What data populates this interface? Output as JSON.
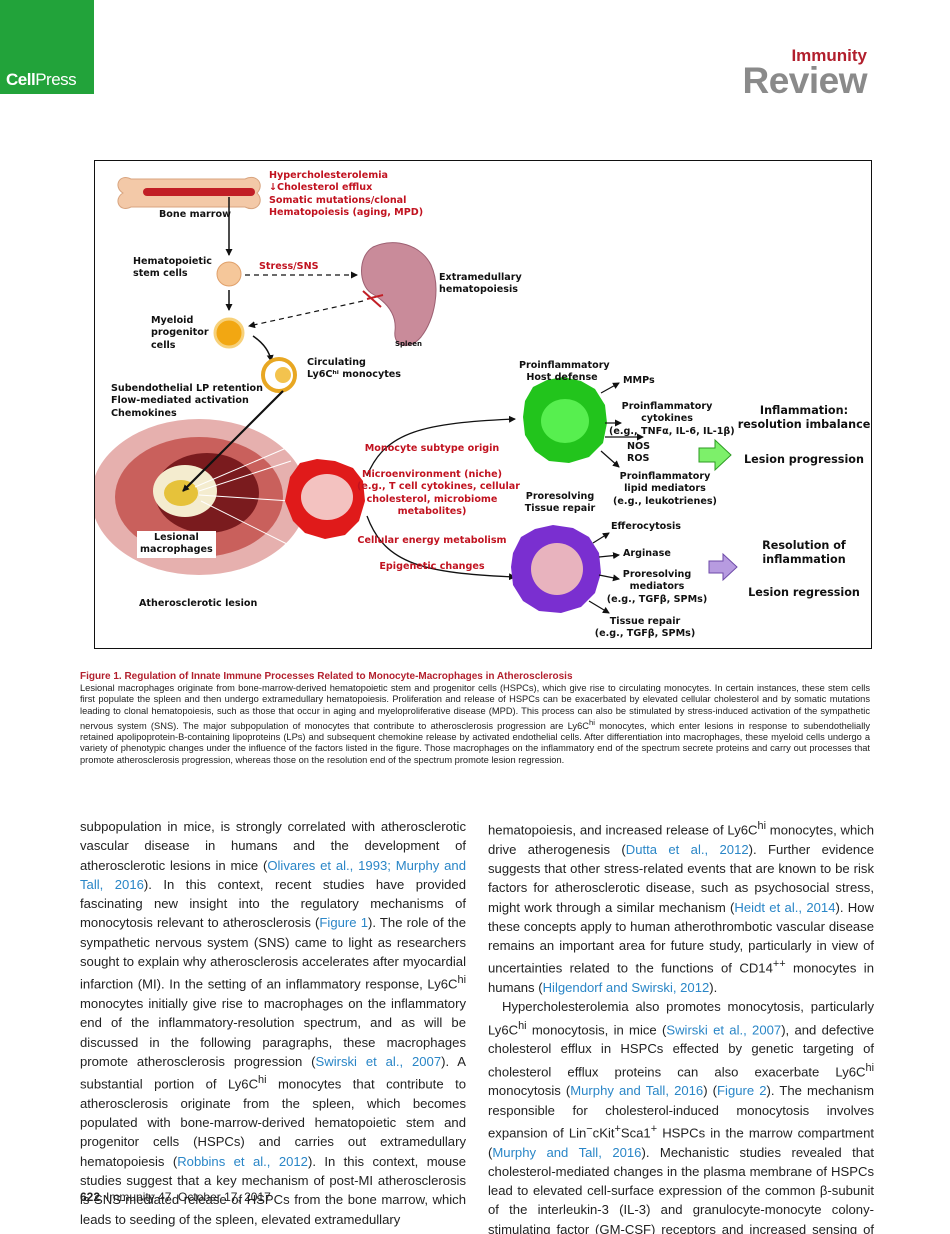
{
  "header": {
    "logo_text_a": "Cell",
    "logo_text_b": "Press",
    "journal": "Immunity",
    "section": "Review"
  },
  "figure": {
    "factors": [
      "Hypercholesterolemia",
      "↓Cholesterol efflux",
      "Somatic mutations/clonal",
      "Hematopoiesis (aging, MPD)"
    ],
    "bone_marrow": "Bone marrow",
    "hsc": [
      "Hematopoietic",
      "stem cells"
    ],
    "stress": "Stress/SNS",
    "extramedullary": [
      "Extramedullary",
      "hematopoiesis"
    ],
    "myeloid": [
      "Myeloid",
      "progenitor",
      "cells"
    ],
    "spleen": "Spleen",
    "circulating": [
      "Circulating",
      "Ly6Cʰⁱ monocytes"
    ],
    "retention": [
      "Subendothelial LP retention",
      "Flow-mediated activation",
      "Chemokines"
    ],
    "lesional": [
      "Lesional",
      "macrophages"
    ],
    "atherosclerotic": "Atherosclerotic lesion",
    "subtype": "Monocyte subtype origin",
    "micro": [
      "Microenvironment (niche)",
      "(e.g., T cell cytokines, cellular",
      "cholesterol, microbiome",
      "metabolites)"
    ],
    "energy": "Cellular energy metabolism",
    "epigenetic": "Epigenetic changes",
    "proinflam_host": [
      "Proinflammatory",
      "Host defense"
    ],
    "proresolving": [
      "Proresolving",
      "Tissue repair"
    ],
    "mmps": "MMPs",
    "cytokines": [
      "Proinflammatory",
      "cytokines",
      "(e.g., TNFα, IL-6, IL-1β)"
    ],
    "nos": [
      "NOS",
      "ROS"
    ],
    "lipid": [
      "Proinflammatory",
      "lipid mediators",
      "(e.g., leukotrienes)"
    ],
    "efferocytosis": "Efferocytosis",
    "arginase": "Arginase",
    "proresolving_med": [
      "Proresolving",
      "mediators",
      "(e.g., TGFβ, SPMs)"
    ],
    "tissue_repair": [
      "Tissue repair",
      "(e.g., TGFβ, SPMs)"
    ],
    "inflammation": [
      "Inflammation:",
      "resolution imbalance"
    ],
    "progression": "Lesion progression",
    "resolution": [
      "Resolution of",
      "inflammation"
    ],
    "regression": "Lesion regression",
    "colors": {
      "red_text": "#c1121f",
      "green_cell": "#22c41c",
      "purple_cell": "#7a2fd0",
      "red_cell": "#e01a1a",
      "green_arrow": "#7df06a",
      "purple_arrow": "#b79be0"
    }
  },
  "caption": {
    "title": "Figure 1. Regulation of Innate Immune Processes Related to Monocyte-Macrophages in Atherosclerosis",
    "text_a": "Lesional macrophages originate from bone-marrow-derived hematopoietic stem and progenitor cells (HSPCs), which give rise to circulating monocytes. In certain instances, these stem cells first populate the spleen and then undergo extramedullary hematopoiesis. Proliferation and release of HSPCs can be exacerbated by elevated cellular cholesterol and by somatic mutations leading to clonal hematopoiesis, such as those that occur in aging and myeloproliferative disease (MPD). This process can also be stimulated by stress-induced activation of the sympathetic nervous system (SNS). The major subpopulation of monocytes that contribute to atherosclerosis progression are Ly6C",
    "sup": "hi",
    "text_b": " monocytes, which enter lesions in response to subendothelially retained apolipoprotein-B-containing lipoproteins (LPs) and subsequent chemokine release by activated endothelial cells. After differentiation into macrophages, these myeloid cells undergo a variety of phenotypic changes under the influence of the factors listed in the figure. Those macrophages on the inflammatory end of the spectrum secrete proteins and carry out processes that promote atherosclerosis progression, whereas those on the resolution end of the spectrum promote lesion regression."
  },
  "body": {
    "left": {
      "p1": "subpopulation in mice, is strongly correlated with atherosclerotic vascular disease in humans and the development of atherosclerotic lesions in mice (",
      "r1": "Olivares et al., 1993; Murphy and Tall, 2016",
      "p2": "). In this context, recent studies have provided fascinating new insight into the regulatory mechanisms of monocytosis relevant to atherosclerosis (",
      "r2": "Figure 1",
      "p3": "). The role of the sympathetic nervous system (SNS) came to light as researchers sought to explain why atherosclerosis accelerates after myocardial infarction (MI). In the setting of an inflammatory response, Ly6C",
      "p4": " monocytes initially give rise to macrophages on the inflammatory end of the inflammatory-resolution spectrum, and as will be discussed in the following paragraphs, these macrophages promote atherosclerosis progression (",
      "r3": "Swirski et al., 2007",
      "p5": "). A substantial portion of Ly6C",
      "p6": " monocytes that contribute to atherosclerosis originate from the spleen, which becomes populated with bone-marrow-derived hematopoietic stem and progenitor cells (HSPCs) and carries out extramedullary hematopoiesis (",
      "r4": "Robbins et al., 2012",
      "p7": "). In this context, mouse studies suggest that a key mechanism of post-MI atherosclerosis is SNS-mediated release of HSPCs from the bone marrow, which leads to seeding of the spleen, elevated extramedullary"
    },
    "right": {
      "p1": "hematopoiesis, and increased release of Ly6C",
      "p2": " monocytes, which drive atherogenesis (",
      "r1": "Dutta et al., 2012",
      "p3": "). Further evidence suggests that other stress-related events that are known to be risk factors for atherosclerotic disease, such as psychosocial stress, might work through a similar mechanism (",
      "r2": "Heidt et al., 2014",
      "p4": "). How these concepts apply to human atherothrombotic vascular disease remains an important area for future study, particularly in view of uncertainties related to the functions of CD14",
      "sup_pp": "++",
      "p5": " monocytes in humans (",
      "r3": "Hilgendorf and Swirski, 2012",
      "p6": ").",
      "q1": "Hypercholesterolemia also promotes monocytosis, particularly Ly6C",
      "q2": " monocytosis, in mice (",
      "r4": "Swirski et al., 2007",
      "q3": "), and defective cholesterol efflux in HSPCs effected by genetic targeting of cholesterol efflux proteins can also exacerbate Ly6C",
      "q4": " monocytosis (",
      "r5": "Murphy and Tall, 2016",
      "q5": ") (",
      "r6": "Figure 2",
      "q6": "). The mechanism responsible for cholesterol-induced monocytosis involves expansion of Lin",
      "sup_minus": "−",
      "q7": "cKit",
      "sup_plus": "+",
      "q8": "Sca1",
      "q9": " HSPCs in the marrow compartment (",
      "r7": "Murphy and Tall, 2016",
      "q10": "). Mechanistic studies revealed that cholesterol-mediated changes in the plasma membrane of HSPCs lead to elevated cell-surface expression of the common β-subunit of the interleukin-3 (IL-3) and granulocyte-monocyte colony-stimulating factor (GM-CSF) receptors and increased sensing of two"
    }
  },
  "footer": {
    "page": "622",
    "citation": "Immunity 47, October 17, 2017"
  }
}
